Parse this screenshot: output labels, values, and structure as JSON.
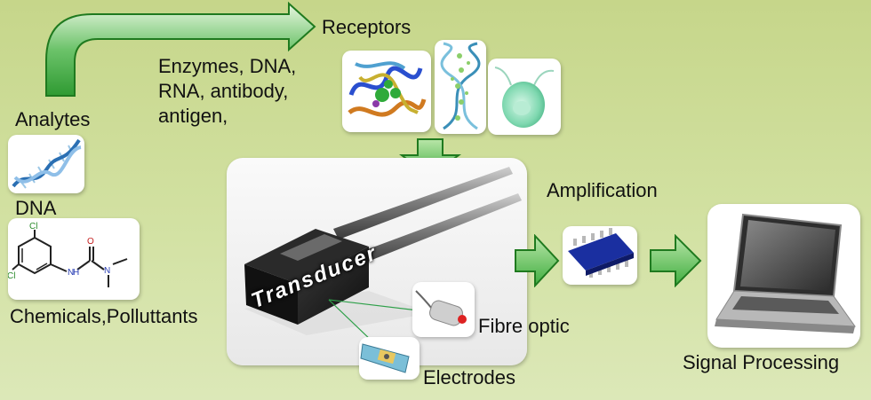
{
  "labels": {
    "analytes": "Analytes",
    "dna": "DNA",
    "chemicals": "Chemicals,Polluttants",
    "receptors": "Receptors",
    "receptor_list_1": "Enzymes, DNA,",
    "receptor_list_2": "RNA, antibody,",
    "receptor_list_3": "antigen,",
    "amplification": "Amplification",
    "signal_processing": "Signal Processing",
    "fibre_optic": "Fibre optic",
    "electrodes": "Electrodes",
    "transducer": "Transducer"
  },
  "molecule_atoms": {
    "cl1": "Cl",
    "cl2": "Cl",
    "o": "O",
    "n1": "N",
    "n2": "N",
    "h": "H"
  },
  "colors": {
    "arrow_green": "#3fae3f",
    "arrow_edge": "#1f7a1f",
    "background": "#cfdf9c"
  }
}
